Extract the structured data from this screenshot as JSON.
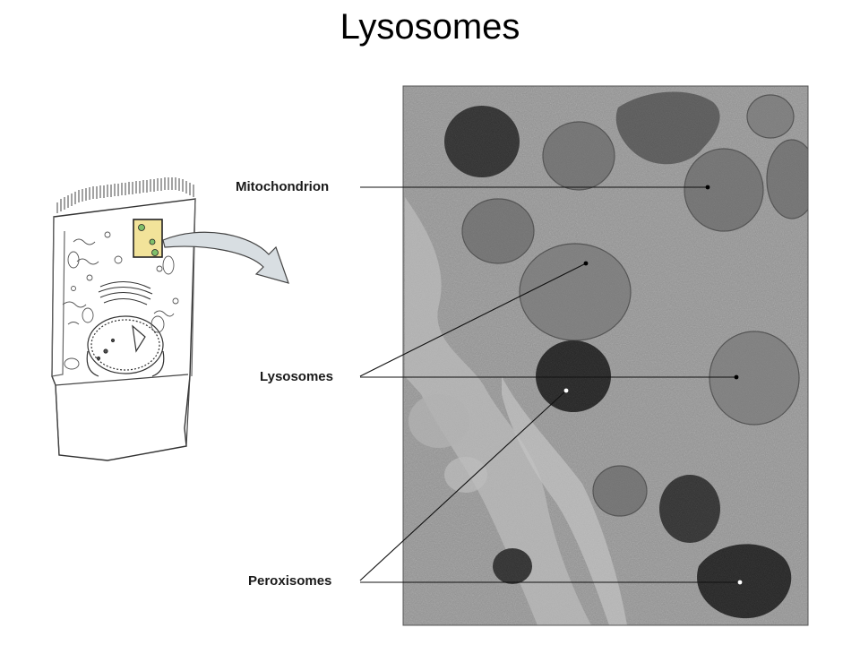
{
  "title": "Lysosomes",
  "labels": {
    "mitochondrion": "Mitochondrion",
    "lysosomes": "Lysosomes",
    "peroxisomes": "Peroxisomes"
  },
  "colors": {
    "micrograph_background": "#8f8f8f",
    "inset_box": "#f2e39a",
    "inset_granule": "#7fbf6a",
    "arrow_fill": "#d8dee2",
    "dense_body": "#2a2a2a"
  }
}
